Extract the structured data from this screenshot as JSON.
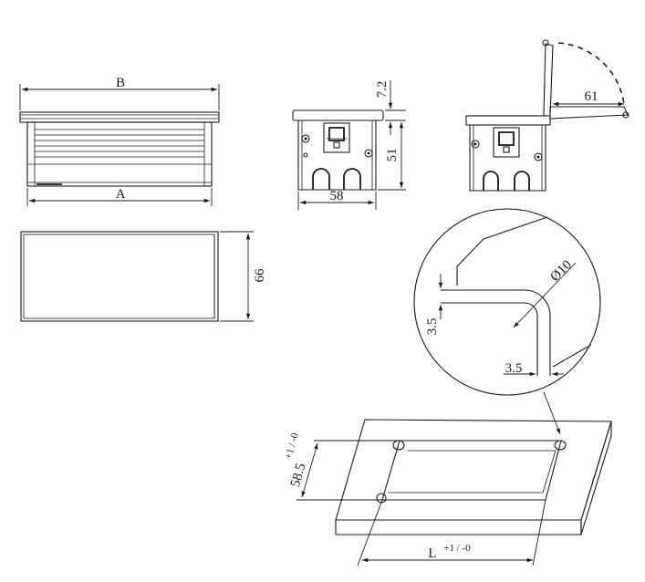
{
  "dimensions": {
    "b": "B",
    "a": "A",
    "h_lid": "7.2",
    "h_body": "51",
    "w_side": "58",
    "depth_top": "66",
    "lid_open": "61",
    "fillet": "Ø10",
    "gap_v": "3.5",
    "gap_h": "3.5",
    "cut_w": "58.5",
    "cut_w_tol": "+1 / -0",
    "cut_l": "L",
    "cut_l_tol": "+1 / -0"
  }
}
